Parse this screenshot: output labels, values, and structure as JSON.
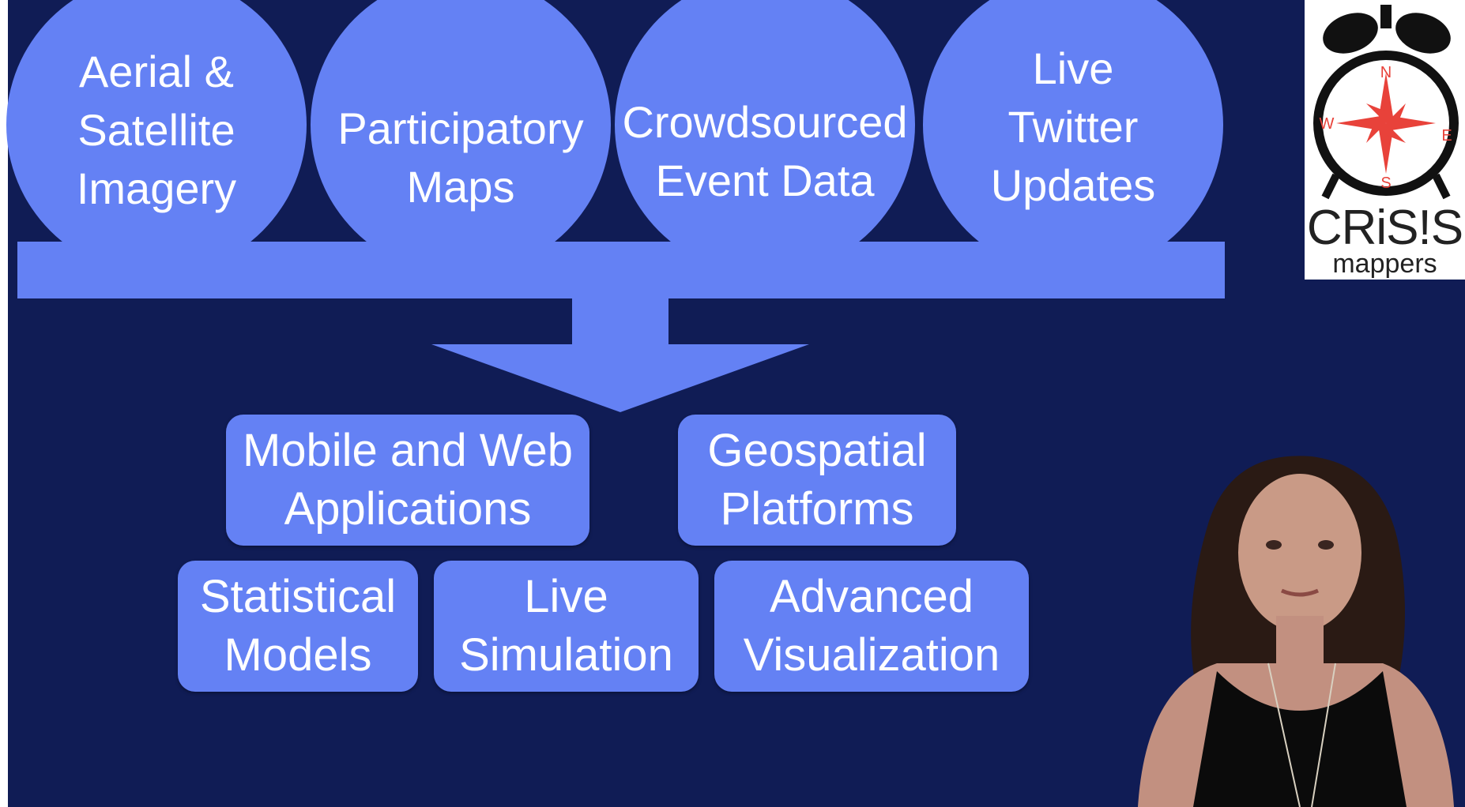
{
  "sources": [
    {
      "id": "aerial",
      "label": "Aerial &\nSatellite\nImagery"
    },
    {
      "id": "participatory",
      "label": "Participatory\nMaps"
    },
    {
      "id": "crowdsourced",
      "label": "Crowdsourced\nEvent Data"
    },
    {
      "id": "twitter",
      "label": "Live\nTwitter\nUpdates"
    }
  ],
  "outputs": {
    "mobile_web": "Mobile and Web\nApplications",
    "geospatial": "Geospatial\nPlatforms",
    "statistical": "Statistical\nModels",
    "simulation": "Live\nSimulation",
    "visualization": "Advanced\nVisualization"
  },
  "logo": {
    "title": "CRiS!S",
    "subtitle": "mappers",
    "compass": {
      "n": "N",
      "s": "S",
      "e": "E",
      "w": "W"
    }
  },
  "colors": {
    "background": "#101c55",
    "shape": "#6481f4",
    "text": "#ffffff",
    "logo_accent": "#e8423a"
  }
}
